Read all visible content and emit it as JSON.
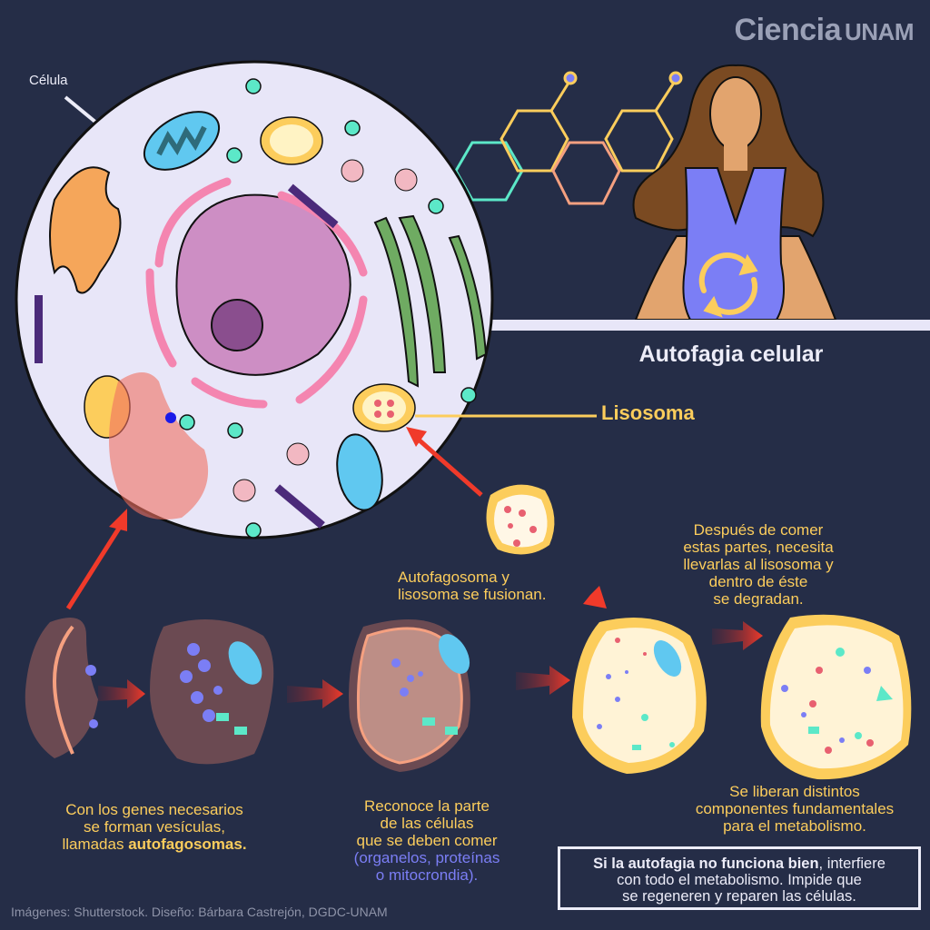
{
  "logo": {
    "brand": "Ciencia",
    "org": "UNAM"
  },
  "labels": {
    "cell": "Célula",
    "title": "Autofagia celular",
    "lysosome": "Lisosoma"
  },
  "captions": {
    "fusion": [
      "Autofagosoma y",
      "lisosoma se fusionan."
    ],
    "despues": [
      "Después de comer",
      "estas partes, necesita",
      "llevarlas al lisosoma y",
      "dentro de éste",
      "se degradan."
    ],
    "genes": {
      "lines": [
        "Con los genes necesarios",
        "se forman vesículas,"
      ],
      "prefix": "llamadas ",
      "bold": "autofagosomas."
    },
    "reconoce": {
      "lines": [
        "Reconoce la parte",
        "de las células",
        "que se deben comer"
      ],
      "highlight": [
        "(organelos, proteínas",
        "o mitocrondia)."
      ]
    },
    "liberan": [
      "Se liberan distintos",
      "componentes fundamentales",
      "para el metabolismo."
    ]
  },
  "warning": {
    "bold": "Si la autofagia no funciona bien",
    "rest1": ", interfiere",
    "line2": "con todo el metabolismo. Impide que",
    "line3": "se regeneren y reparen las células."
  },
  "credits": "Imágenes: Shutterstock. Diseño: Bárbara Castrejón, DGDC-UNAM",
  "colors": {
    "background": "#252d47",
    "accent_yellow": "#fccd5c",
    "arrow_red": "#f03a2a",
    "cell_fill": "#e8e6f8",
    "highlight_blue": "#7b7ef5"
  },
  "icons": [
    "recycle-cycle-icon",
    "molecule-hexagon-icon"
  ]
}
